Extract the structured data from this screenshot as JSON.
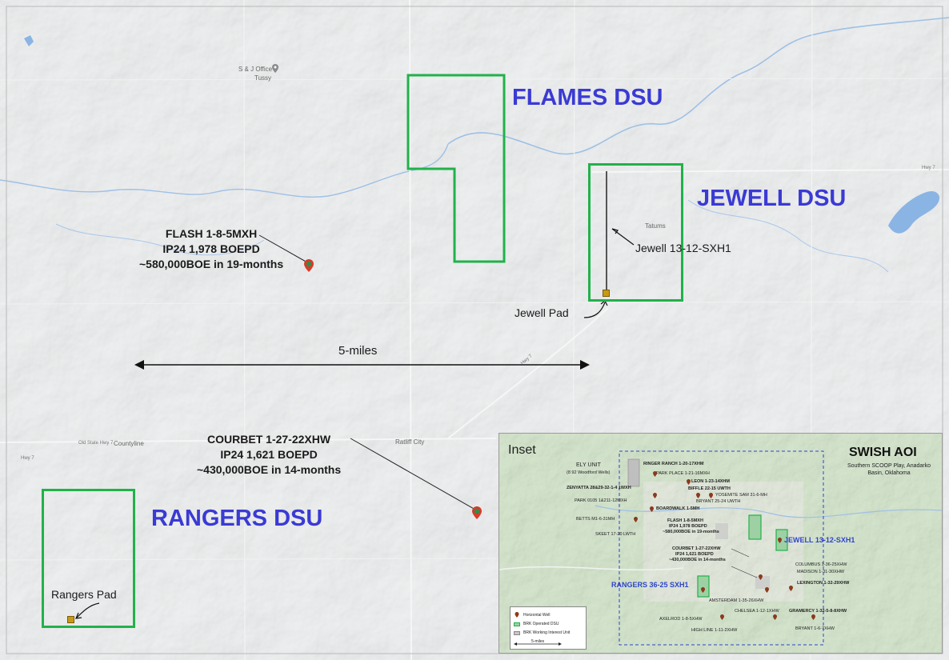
{
  "dsus": {
    "flames": "FLAMES DSU",
    "jewell": "JEWELL DSU",
    "rangers": "RANGERS DSU"
  },
  "wells": {
    "flash": {
      "line1": "FLASH 1-8-5MXH",
      "line2": "IP24 1,978 BOEPD",
      "line3": "~580,000BOE in 19-months"
    },
    "courbet": {
      "line1": "COURBET 1-27-22XHW",
      "line2": "IP24 1,621 BOEPD",
      "line3": "~430,000BOE in 14-months"
    },
    "jewell_lateral": "Jewell 13-12-SXH1",
    "jewell_pad": "Jewell Pad",
    "rangers_pad": "Rangers Pad"
  },
  "scale_label": "5-miles",
  "places": {
    "office": "S & J Office",
    "tussy": "Tussy",
    "tatums": "Tatums",
    "ratliff": "Ratliff City",
    "countyline": "Countyline",
    "old_state_hwy": "Old State Hwy 7",
    "hwy7_left": "Hwy 7",
    "hwy7_right": "Hwy 7",
    "hwy7_diag": "Hwy 7"
  },
  "inset": {
    "title": "Inset",
    "aoi": "SWISH AOI",
    "aoi_sub": "Southern SCOOP Play, Anadarko Basin, Oklahoma",
    "labels": {
      "ely": "ELY UNIT",
      "ely_sub": "(8 92 Woodford Wells)",
      "ringer": "RINGER RANCH 1-20-17XHM",
      "park_place": "PARK PLACE 1-21-16MXH",
      "leon": "LEON 1-23-14XHM",
      "zenyatta": "ZENYATTA 28&29-32-1-4 1WXH",
      "biffle": "BIFFLE 22-15 UWTH",
      "yosemite": "YOSEMITE SAM 31-6-MH",
      "park0105": "PARK 0105 1&211-12MXH",
      "bryant25": "BRYANT 25-24 UWTH",
      "boardwalk": "BOARDWALK 1-5MH",
      "betts": "BETTS M1-6-31MH",
      "flash1": "FLASH 1-8-5MXH",
      "flash2": "IP24 1,978 BOEPD",
      "flash3": "~580,000BOE in 19-months",
      "skeet": "SKEET 17-20 LWTH",
      "jewell": "JEWELL 13-12-SXH1",
      "courbet1": "COURBET 1-27-22XHW",
      "courbet2": "IP24 1,621 BOEPD",
      "courbet3": "~430,000BOE in 14-months",
      "columbus": "COLUMBUS 1-36-25XHW",
      "madison": "MADISON 1-31-30XHW",
      "rangers": "RANGERS 36-25 SXH1",
      "lexington": "LEXINGTON 1-32-29XHW",
      "amsterdam": "AMSTERDAM 1-35-26XHW",
      "chelsea": "CHELSEA 1-12-1XHW",
      "gramercy": "GRAMERCY 1-32-5-8-8XHW",
      "axelrod": "AXELROD 1-8-5XHW",
      "highline": "HIGH LINE 1-11-2XHW",
      "bryant1": "BRYANT 1-6-7XHW"
    },
    "legend": {
      "well": "Horizontal Well",
      "dsu": "BRK Operated DSU",
      "wi": "BRK Working Interest Unit",
      "scale": "5-miles"
    }
  },
  "colors": {
    "dsu_border": "#20b24a",
    "dsu_label": "#3a3ad4",
    "river": "#8ab4e3",
    "pin": "#d93a2b",
    "pin_inner": "#2f8f47",
    "pad": "#c89a14",
    "inset_blue": "#2e44c8"
  }
}
